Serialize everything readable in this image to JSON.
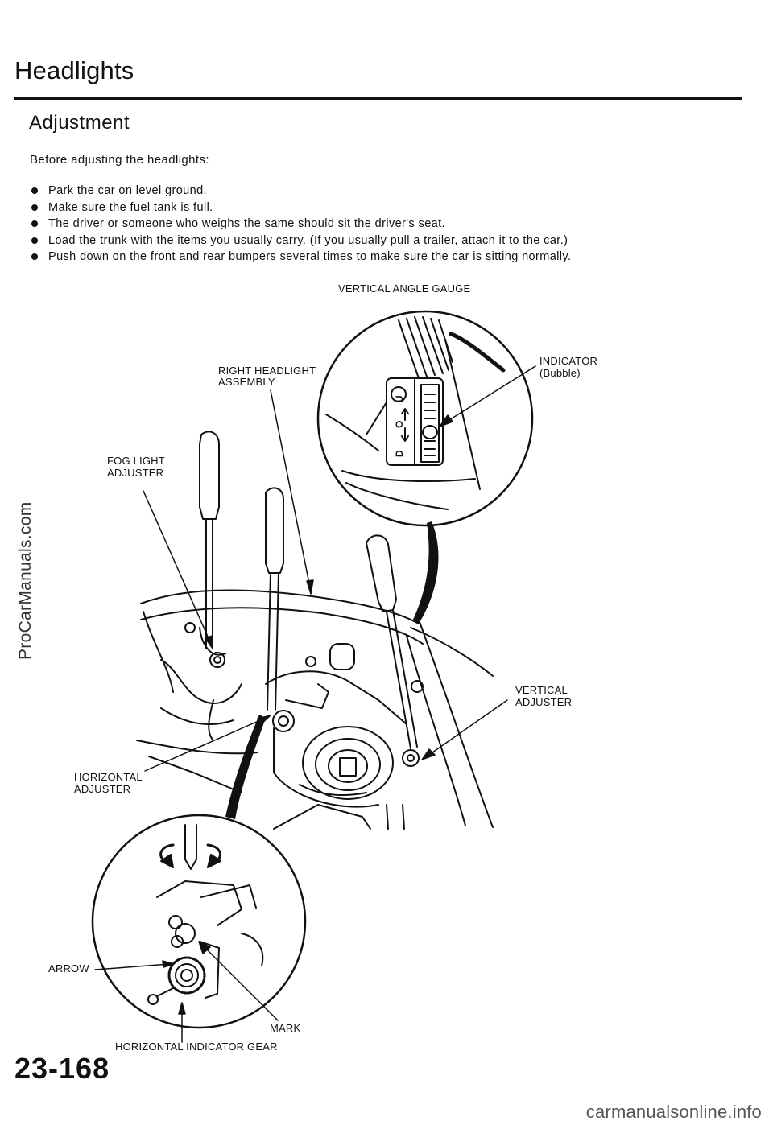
{
  "page": {
    "title": "Headlights",
    "subtitle": "Adjustment",
    "intro": "Before adjusting the headlights:",
    "bullets": [
      "Park the car on level ground.",
      "Make sure the fuel tank is full.",
      "The driver or someone who weighs the same should sit the driver's seat.",
      "Load the trunk with the items you usually carry. (If you usually pull a trailer, attach it to the car.)",
      "Push down on the front and rear bumpers several times to make sure the car is sitting normally."
    ],
    "page_number": "23-168"
  },
  "labels": {
    "vertical_angle_gauge": "VERTICAL ANGLE GAUGE",
    "right_headlight_1": "RIGHT HEADLIGHT",
    "right_headlight_2": "ASSEMBLY",
    "indicator_1": "INDICATOR",
    "indicator_2": "(Bubble)",
    "fog_light_1": "FOG LIGHT",
    "fog_light_2": "ADJUSTER",
    "vertical_adjuster_1": "VERTICAL",
    "vertical_adjuster_2": "ADJUSTER",
    "horizontal_adjuster_1": "HORIZONTAL",
    "horizontal_adjuster_2": "ADJUSTER",
    "arrow": "ARROW",
    "mark": "MARK",
    "horizontal_indicator_gear": "HORIZONTAL INDICATOR GEAR",
    "gauge_letters": [
      "D",
      "O",
      "U"
    ]
  },
  "watermarks": {
    "side": "ProCarManuals.com",
    "bottom": "carmanualsonline.info"
  }
}
